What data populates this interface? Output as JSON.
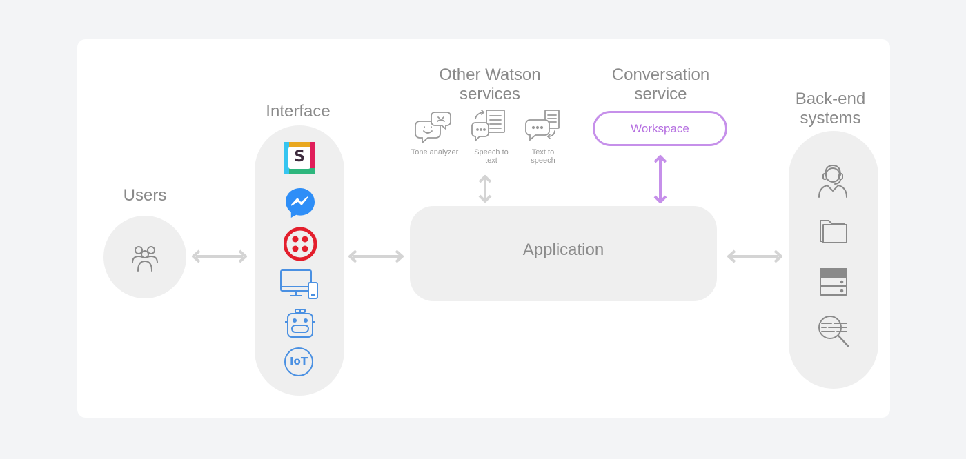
{
  "labels": {
    "users": "Users",
    "interface": "Interface",
    "other_watson": "Other Watson services",
    "conversation": "Conversation service",
    "backend": "Back-end systems",
    "application": "Application",
    "workspace": "Workspace"
  },
  "watson_services": [
    {
      "label": "Tone analyzer",
      "icon": "tone-analyzer-icon"
    },
    {
      "label": "Speech to text",
      "icon": "speech-to-text-icon"
    },
    {
      "label": "Text to speech",
      "icon": "text-to-speech-icon"
    }
  ],
  "interface_icons": [
    "slack-icon",
    "messenger-icon",
    "twilio-icon",
    "devices-icon",
    "robot-icon",
    "iot-icon"
  ],
  "interface_iot_text": "IoT",
  "interface_slack_text": "S",
  "backend_icons": [
    "agent-icon",
    "folder-icon",
    "server-icon",
    "data-search-icon"
  ],
  "colors": {
    "background": "#f3f4f6",
    "card": "#ffffff",
    "pill": "#efefef",
    "text": "#8a8a8a",
    "accent_purple": "#b56fe0",
    "arrow_grey": "#d4d4d4",
    "icon_blue": "#4a90e2",
    "twilio_red": "#e31e2c"
  }
}
